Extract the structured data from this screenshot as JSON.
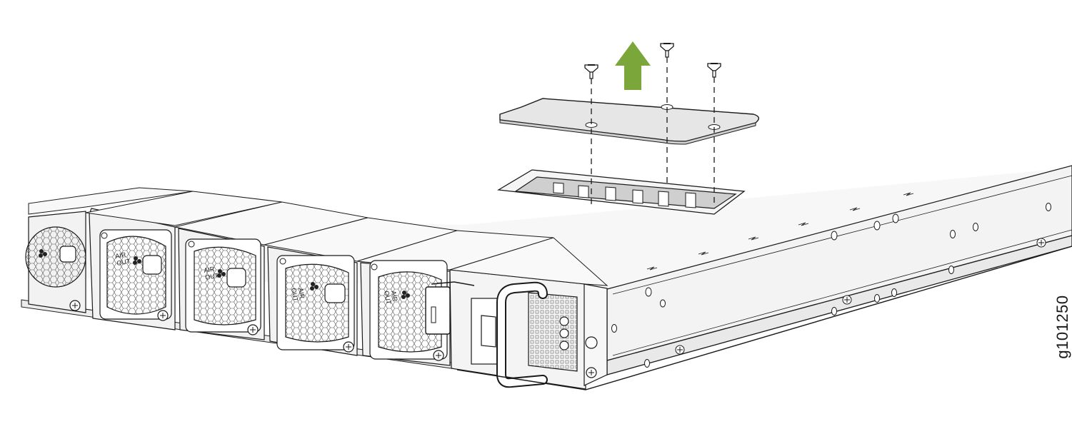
{
  "figure": {
    "id_label": "g101250",
    "subject": "Switch chassis with access cover being removed",
    "fan_label_line1": "AIR",
    "fan_label_line2": "OUT",
    "colors": {
      "arrow": "#7aa63a",
      "cover_fill": "#e6e6e6",
      "chassis_fill": "#f4f4f4",
      "outline": "#1a1a1a"
    },
    "icons": [
      "up-arrow-icon",
      "screw-icon",
      "fan-icon",
      "handle-icon"
    ]
  }
}
